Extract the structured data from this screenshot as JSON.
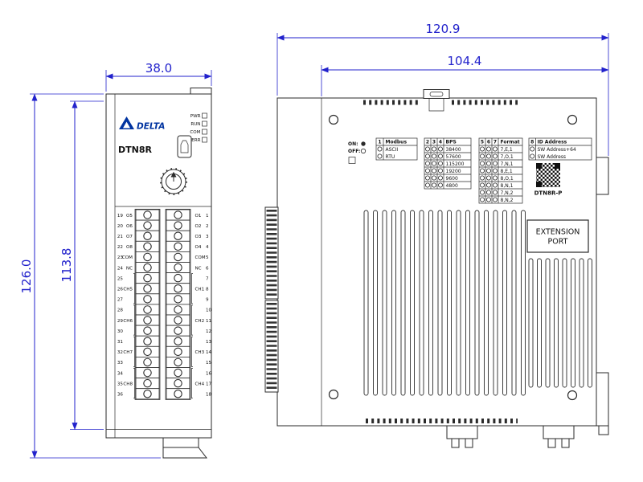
{
  "colors": {
    "dimension": "#2222cc",
    "line": "#2a2a2a",
    "brand_blue": "#0033a0",
    "background": "#ffffff"
  },
  "front_view": {
    "dimensions": {
      "width": "38.0",
      "height_outer": "126.0",
      "height_inner": "113.8"
    },
    "brand": "DELTA",
    "model": "DTN8R",
    "leds": [
      "PWR",
      "RUN",
      "COM",
      "ERR"
    ],
    "left_terminals": [
      {
        "num": "19",
        "label": "O5"
      },
      {
        "num": "20",
        "label": "O6"
      },
      {
        "num": "21",
        "label": "O7"
      },
      {
        "num": "22",
        "label": "O8"
      },
      {
        "num": "23",
        "label": "COM"
      },
      {
        "num": "24",
        "label": "NC"
      },
      {
        "num": "25",
        "label": ""
      },
      {
        "num": "26",
        "label": "CH5"
      },
      {
        "num": "27",
        "label": ""
      },
      {
        "num": "28",
        "label": ""
      },
      {
        "num": "29",
        "label": "CH6"
      },
      {
        "num": "30",
        "label": ""
      },
      {
        "num": "31",
        "label": ""
      },
      {
        "num": "32",
        "label": "CH7"
      },
      {
        "num": "33",
        "label": ""
      },
      {
        "num": "34",
        "label": ""
      },
      {
        "num": "35",
        "label": "CH8"
      },
      {
        "num": "36",
        "label": ""
      }
    ],
    "right_terminals": [
      {
        "num": "1",
        "label": "O1"
      },
      {
        "num": "2",
        "label": "O2"
      },
      {
        "num": "3",
        "label": "O3"
      },
      {
        "num": "4",
        "label": "O4"
      },
      {
        "num": "5",
        "label": "COM"
      },
      {
        "num": "6",
        "label": "NC"
      },
      {
        "num": "7",
        "label": ""
      },
      {
        "num": "8",
        "label": "CH1"
      },
      {
        "num": "9",
        "label": ""
      },
      {
        "num": "10",
        "label": ""
      },
      {
        "num": "11",
        "label": "CH2"
      },
      {
        "num": "12",
        "label": ""
      },
      {
        "num": "13",
        "label": ""
      },
      {
        "num": "14",
        "label": "CH3"
      },
      {
        "num": "15",
        "label": ""
      },
      {
        "num": "16",
        "label": ""
      },
      {
        "num": "17",
        "label": "CH4"
      },
      {
        "num": "18",
        "label": ""
      }
    ]
  },
  "side_view": {
    "dimensions": {
      "width_outer": "120.9",
      "width_inner": "104.4"
    },
    "switch_legend": {
      "on": "ON:",
      "off": "OFF:"
    },
    "modbus_table": {
      "col": "1",
      "header": "Modbus",
      "rows": [
        "ASCII",
        "RTU"
      ]
    },
    "bps_table": {
      "cols": [
        "2",
        "3",
        "4"
      ],
      "header": "BPS",
      "rows": [
        "38400",
        "57600",
        "115200",
        "19200",
        "9600",
        "4800"
      ]
    },
    "format_table": {
      "cols": [
        "5",
        "6",
        "7"
      ],
      "header": "Format",
      "rows": [
        "7,E,1",
        "7,O,1",
        "7,N,1",
        "8,E,1",
        "8,O,1",
        "8,N,1",
        "7,N,2",
        "8,N,2"
      ]
    },
    "id_table": {
      "col": "8",
      "header": "ID Address",
      "rows": [
        "SW Address+64",
        "SW Address"
      ]
    },
    "model_label": "DTN8R-P",
    "extension_port_line1": "EXTENSION",
    "extension_port_line2": "PORT"
  }
}
